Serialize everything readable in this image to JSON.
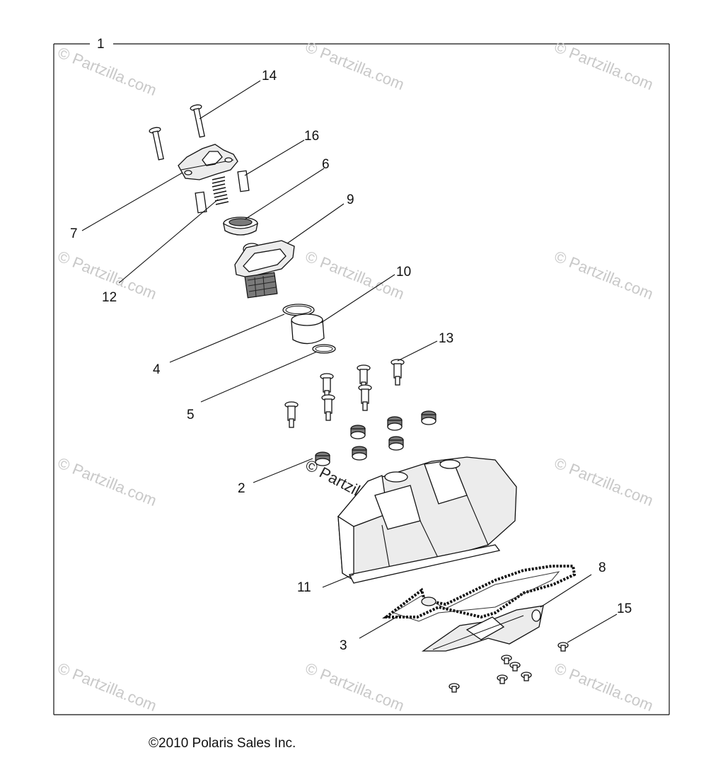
{
  "diagram": {
    "assembly_label": "1",
    "callouts": [
      "14",
      "16",
      "6",
      "9",
      "7",
      "12",
      "10",
      "13",
      "4",
      "5",
      "2",
      "11",
      "8",
      "15",
      "3"
    ],
    "watermark": "© Partzilla.com",
    "center_watermark": "© Partzilla.com"
  },
  "footer": {
    "copyright": "©2010 Polaris Sales Inc."
  }
}
